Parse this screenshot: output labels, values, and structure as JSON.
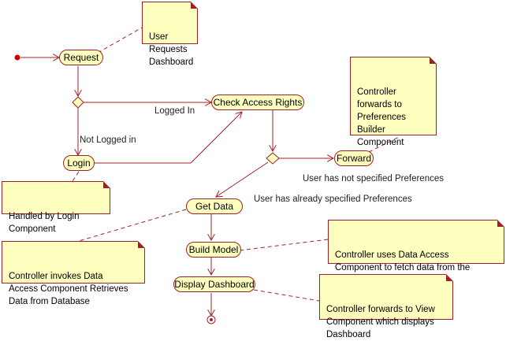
{
  "states": {
    "request": "Request",
    "check_access": "Check Access Rights",
    "login": "Login",
    "forward": "Forward",
    "get_data": "Get Data",
    "build_model": "Build Model",
    "display_dashboard": "Display Dashboard"
  },
  "transitions": {
    "logged_in": "Logged In",
    "not_logged_in": "Not Logged in",
    "not_specified": "User has not specified Preferences",
    "already_specified": "User has already specified Preferences"
  },
  "notes": {
    "user_requests": "User\nRequests\nDashboard",
    "controller_forwards_prefs": "Controller\nforwards to\nPreferences\nBuilder\nComponent",
    "handled_by_login": "Handled by Login\nComponent",
    "controller_invokes": "Controller invokes Data\nAccess Component Retrieves\nData from Database",
    "controller_uses": "Controller uses Data Access\nComponent to fetch data from the\ndatabase/LDAP/XML.",
    "controller_forwards_view": "Controller forwards to View\nComponent which displays\nDashboard"
  },
  "colors": {
    "line": "#a0202a",
    "fill": "#ffffc0",
    "start": "#cc0000"
  }
}
